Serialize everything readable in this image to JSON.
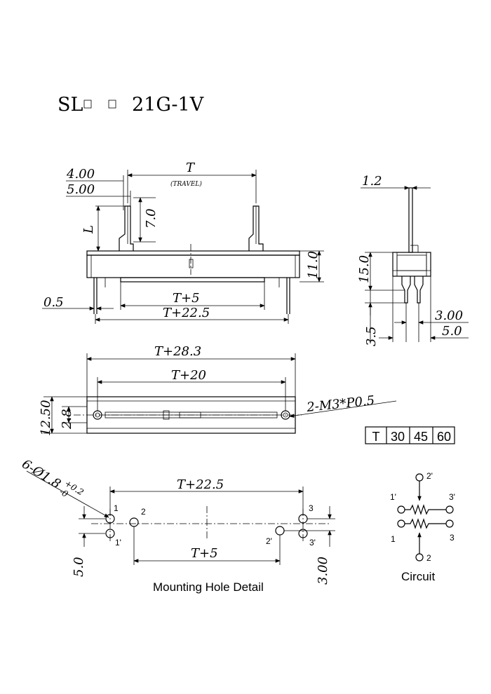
{
  "title": {
    "prefix": "SL",
    "suffix": "21G-1V"
  },
  "side_view": {
    "d400": "4.00",
    "d500": "5.00",
    "travel": "T",
    "travel_note": "(TRAVEL)",
    "d70": "7.0",
    "len": "L",
    "d110": "11.0",
    "d05": "0.5",
    "t5": "T+5",
    "t225": "T+22.5"
  },
  "end_view": {
    "d12": "1.2",
    "d150": "15.0",
    "d35": "3.5",
    "d300": "3.00",
    "d50": "5.0"
  },
  "top_view": {
    "t283": "T+28.3",
    "t20": "T+20",
    "d1250": "12.50",
    "d28": "2.8",
    "screw": "2-M3*P0.5"
  },
  "travel_table": {
    "head": "T",
    "values": [
      "30",
      "45",
      "60"
    ]
  },
  "mounting": {
    "holes": "6-Ø1.8",
    "tol_plus": "+0.2",
    "tol_minus": "-0",
    "t225": "T+22.5",
    "t5": "T+5",
    "d50": "5.0",
    "d300": "3.00",
    "pins": [
      "1",
      "2",
      "3",
      "1'",
      "2'",
      "3'"
    ],
    "caption": "Mounting Hole Detail"
  },
  "circuit": {
    "pins": [
      "1'",
      "2'",
      "3'",
      "1",
      "2",
      "3"
    ],
    "caption": "Circuit"
  }
}
